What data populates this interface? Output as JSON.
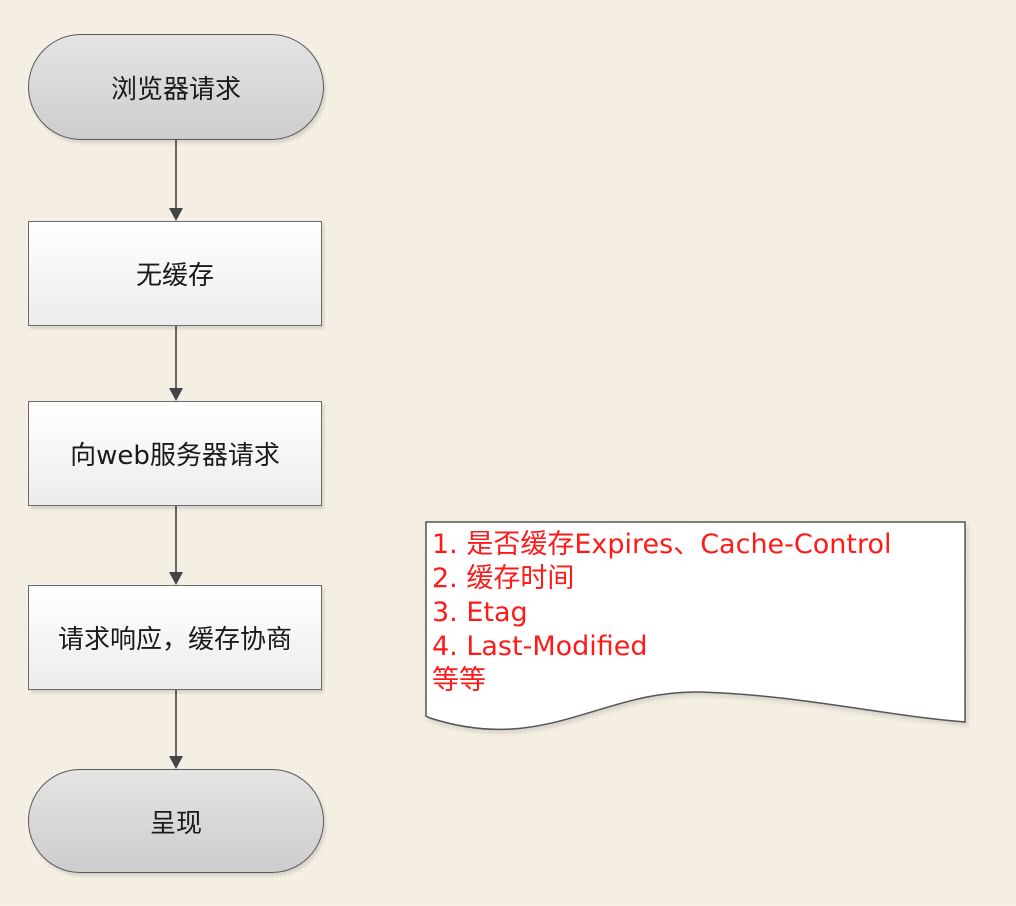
{
  "flowchart": {
    "start": "浏览器请求",
    "step1": "无缓存",
    "step2": "向web服务器请求",
    "step3": "请求响应，缓存协商",
    "end": "呈现"
  },
  "note": {
    "lines": [
      "1. 是否缓存Expires、Cache-Control",
      "2. 缓存时间",
      "3. Etag",
      "4. Last-Modified",
      "等等"
    ]
  },
  "colors": {
    "background": "#f5efe3",
    "note_text": "#ff1a1a",
    "connector": "#444444",
    "terminal_fill": "#d5d5d5",
    "process_fill": "#f4f4f4"
  }
}
